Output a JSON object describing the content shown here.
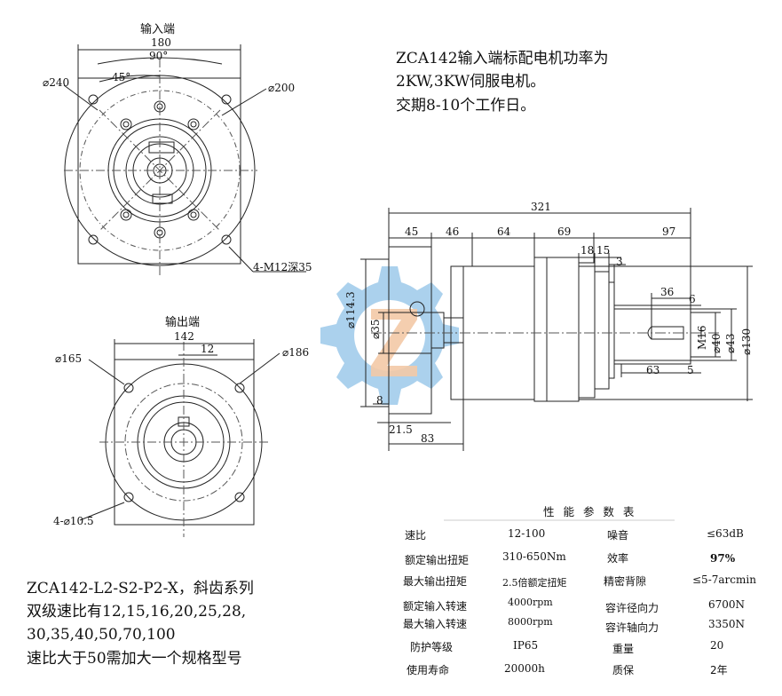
{
  "labels": {
    "input_end": "输入端",
    "output_end": "输出端"
  },
  "notes": {
    "top": [
      "ZCA142输入端标配电机功率为",
      "2KW,3KW伺服电机。",
      "交期8-10个工作日。"
    ],
    "bottom": [
      "ZCA142-L2-S2-P2-X，斜齿系列",
      "双级速比有12,15,16,20,25,28,",
      "30,35,40,50,70,100",
      "速比大于50需加大一个规格型号"
    ]
  },
  "dims_input_view": {
    "width": "180",
    "angle_90": "90°",
    "angle_45": "45°",
    "dia_240": "⌀240",
    "dia_200": "⌀200",
    "bolt": "4-M12深35"
  },
  "dims_output_view": {
    "width": "142",
    "offset": "12",
    "dia_165": "⌀165",
    "dia_186": "⌀186",
    "holes": "4-⌀10.5"
  },
  "dims_side_view": {
    "total": "321",
    "seg": [
      "45",
      "46",
      "64",
      "69",
      "97"
    ],
    "d18": "18",
    "d15": "15",
    "d3": "3",
    "d36": "36",
    "d6": "6",
    "d63": "63",
    "d5": "5",
    "dia_1143": "⌀114.3",
    "dia_35": "⌀35",
    "d8": "8",
    "d215": "21.5",
    "d83": "83",
    "m16": "M16",
    "dia_40": "⌀40",
    "dia_43": "⌀43",
    "dia_130": "⌀130"
  },
  "performance": {
    "title": "性 能 参 数 表",
    "rows": [
      [
        "速比",
        "12-100",
        "噪音",
        "≤63dB"
      ],
      [
        "额定输出扭矩",
        "310-650Nm",
        "效率",
        "97%"
      ],
      [
        "最大输出扭矩",
        "2.5倍额定扭矩",
        "精密背隙",
        "≤5-7arcmin"
      ],
      [
        "额定输入转速",
        "4000rpm",
        "容许径向力",
        "6700N"
      ],
      [
        "最大输入转速",
        "8000rpm",
        "容许轴向力",
        "3350N"
      ],
      [
        "防护等级",
        "IP65",
        "重量",
        "20"
      ],
      [
        "使用寿命",
        "20000h",
        "质保",
        "2年"
      ]
    ]
  },
  "colors": {
    "watermark_blue": "#9cc9ea",
    "watermark_orange": "#f3c9a6",
    "line": "#222222"
  }
}
